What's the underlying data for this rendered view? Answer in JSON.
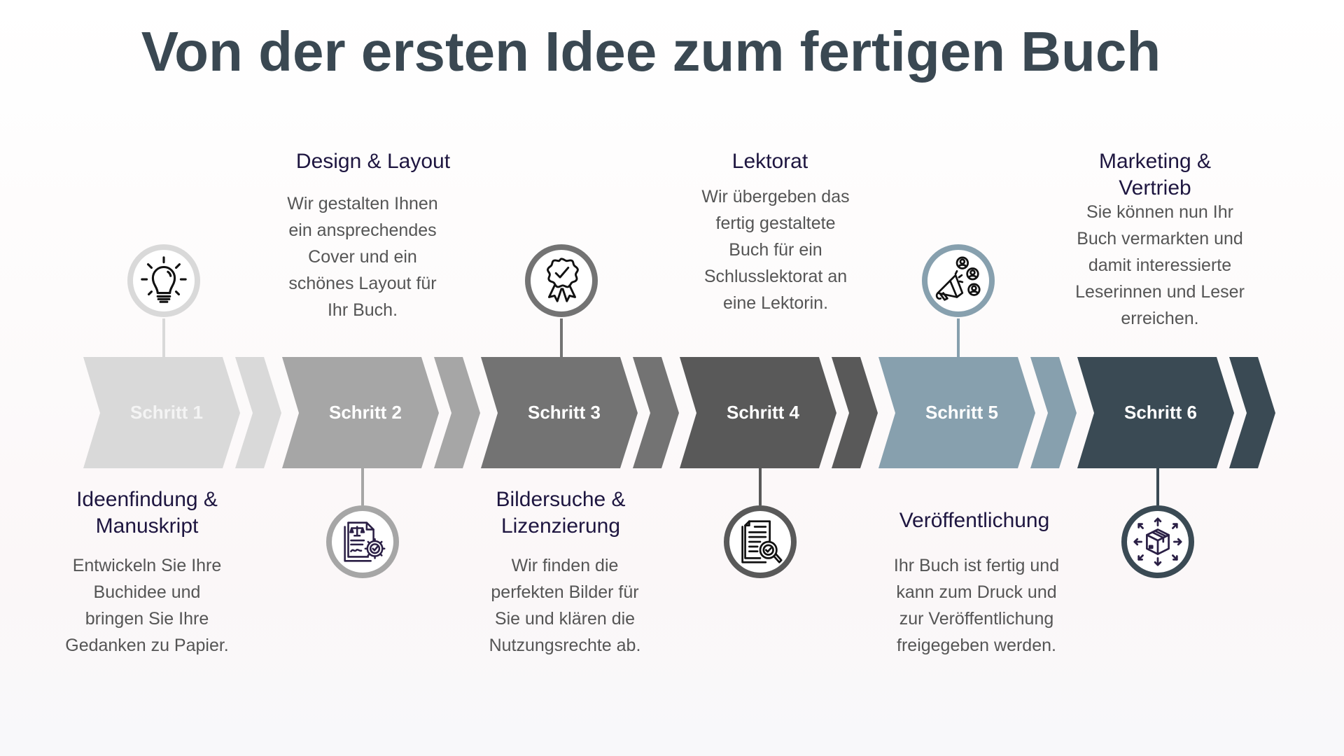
{
  "title": "Von der ersten Idee zum fertigen Buch",
  "colors": {
    "title": "#3a4852",
    "heading": "#1e1640",
    "description": "#555555"
  },
  "steps": [
    {
      "label": "Schritt 1",
      "heading": "Ideenfindung & Manuskript",
      "heading_lines": [
        "Ideenfindung &",
        "Manuskript"
      ],
      "description_lines": [
        "Entwickeln Sie Ihre",
        "Buchidee und",
        "bringen Sie Ihre",
        "Gedanken zu Papier."
      ],
      "icon": "lightbulb-icon",
      "position": "text-below-icon-above",
      "color": "#d9d9d9"
    },
    {
      "label": "Schritt 2",
      "heading": "Design & Layout",
      "heading_lines": [
        "Design & Layout"
      ],
      "description_lines": [
        "Wir gestalten Ihnen",
        "ein ansprechendes",
        "Cover und ein",
        "schönes Layout für",
        "Ihr Buch."
      ],
      "icon": "legal-document-gear-icon",
      "position": "text-above-icon-below",
      "color": "#a6a6a6"
    },
    {
      "label": "Schritt 3",
      "heading": "Bildersuche & Lizenzierung",
      "heading_lines": [
        "Bildersuche &",
        "Lizenzierung"
      ],
      "description_lines": [
        "Wir finden die",
        "perfekten Bilder für",
        "Sie und klären die",
        "Nutzungsrechte ab."
      ],
      "icon": "award-ribbon-check-icon",
      "position": "text-below-icon-above",
      "color": "#737373"
    },
    {
      "label": "Schritt 4",
      "heading": "Lektorat",
      "heading_lines": [
        "Lektorat"
      ],
      "description_lines": [
        "Wir übergeben das",
        "fertig gestaltete",
        "Buch für ein",
        "Schlusslektorat an",
        "eine Lektorin."
      ],
      "icon": "document-magnifier-check-icon",
      "position": "text-above-icon-below",
      "color": "#595959"
    },
    {
      "label": "Schritt 5",
      "heading": "Veröffentlichung",
      "heading_lines": [
        "Veröffentlichung"
      ],
      "description_lines": [
        "Ihr Buch ist fertig und",
        "kann zum Druck und",
        "zur Veröffentlichung",
        "freigegeben werden."
      ],
      "icon": "megaphone-audience-icon",
      "position": "text-below-icon-above",
      "color": "#87a0ae"
    },
    {
      "label": "Schritt 6",
      "heading": "Marketing & Vertrieb",
      "heading_lines": [
        "Marketing &",
        "Vertrieb"
      ],
      "description_lines": [
        "Sie können nun Ihr",
        "Buch vermarkten und",
        "damit interessierte",
        "Leserinnen und Leser",
        "erreichen."
      ],
      "icon": "box-distribution-icon",
      "position": "text-above-icon-below",
      "color": "#3a4a54"
    }
  ]
}
